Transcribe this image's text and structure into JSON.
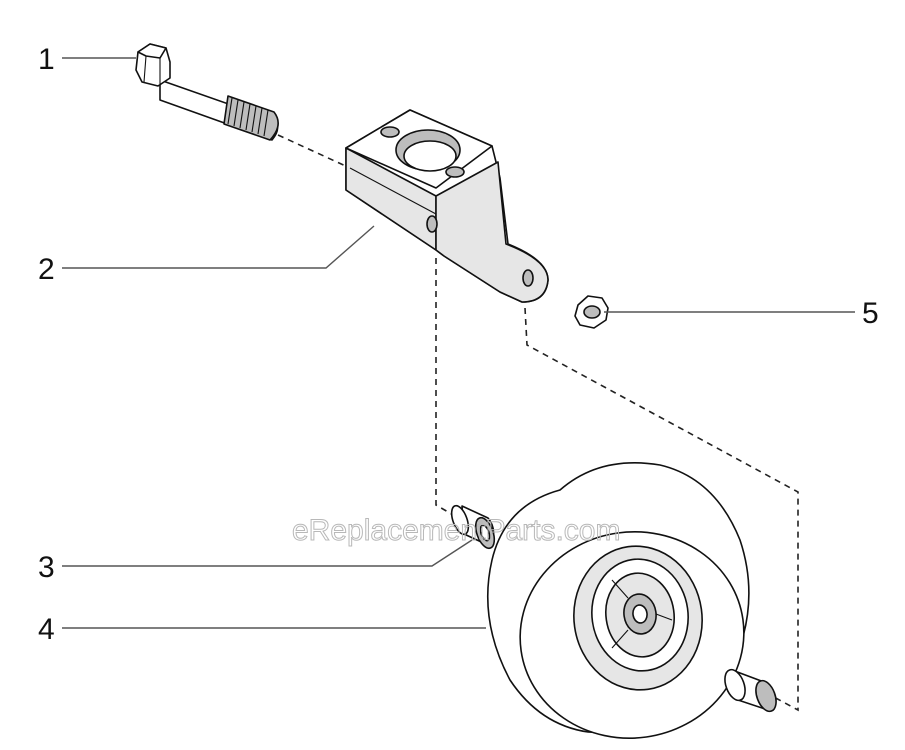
{
  "watermark": "eReplacementParts.com",
  "callouts": [
    {
      "label": "1",
      "part": "hex-bolt"
    },
    {
      "label": "2",
      "part": "caster-bracket"
    },
    {
      "label": "3",
      "part": "spacer-bushing"
    },
    {
      "label": "4",
      "part": "caster-wheel"
    },
    {
      "label": "5",
      "part": "hex-nut"
    }
  ]
}
